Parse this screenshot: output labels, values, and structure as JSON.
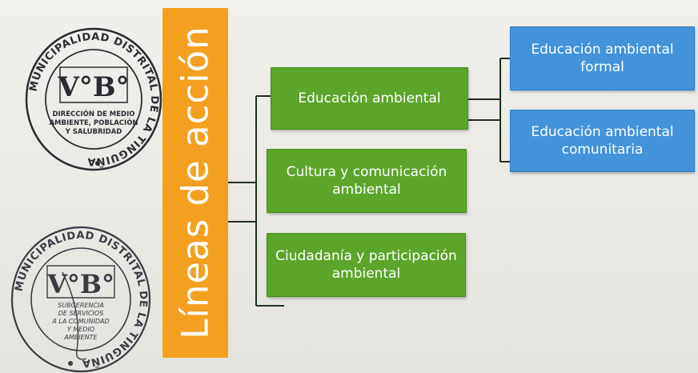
{
  "diagram": {
    "root_label": "Líneas de acción",
    "lines": [
      {
        "id": "educacion-ambiental",
        "label": "Educación ambiental"
      },
      {
        "id": "cultura-comunicacion",
        "label": "Cultura y comunicación ambiental"
      },
      {
        "id": "ciudadania-participacion",
        "label": "Ciudadanía y participación ambiental"
      }
    ],
    "sub_lines": [
      {
        "parent": "educacion-ambiental",
        "label": "Educación ambiental formal"
      },
      {
        "parent": "educacion-ambiental",
        "label": "Educación ambiental comunitaria"
      }
    ],
    "colors": {
      "root": "#f3a021",
      "line_box": "#5ba62a",
      "sub_box": "#4293da",
      "connector": "#1f2f1f",
      "stamp_ink": "#2b2b33"
    }
  },
  "stamps": [
    {
      "ring_text": "MUNICIPALIDAD DISTRITAL DE LA TINGUIÑA",
      "center_text": "V°B°",
      "sub_text": [
        "DIRECCIÓN DE MEDIO",
        "AMBIENTE, POBLACIÓN",
        "Y SALUBRIDAD"
      ]
    },
    {
      "ring_text": "MUNICIPALIDAD DISTRITAL DE LA TINGUIÑA",
      "center_text": "V°B°",
      "sub_text": [
        "SUBGERENCIA",
        "DE SERVICIOS",
        "A LA COMUNIDAD",
        "Y MEDIO",
        "AMBIENTE"
      ]
    }
  ]
}
